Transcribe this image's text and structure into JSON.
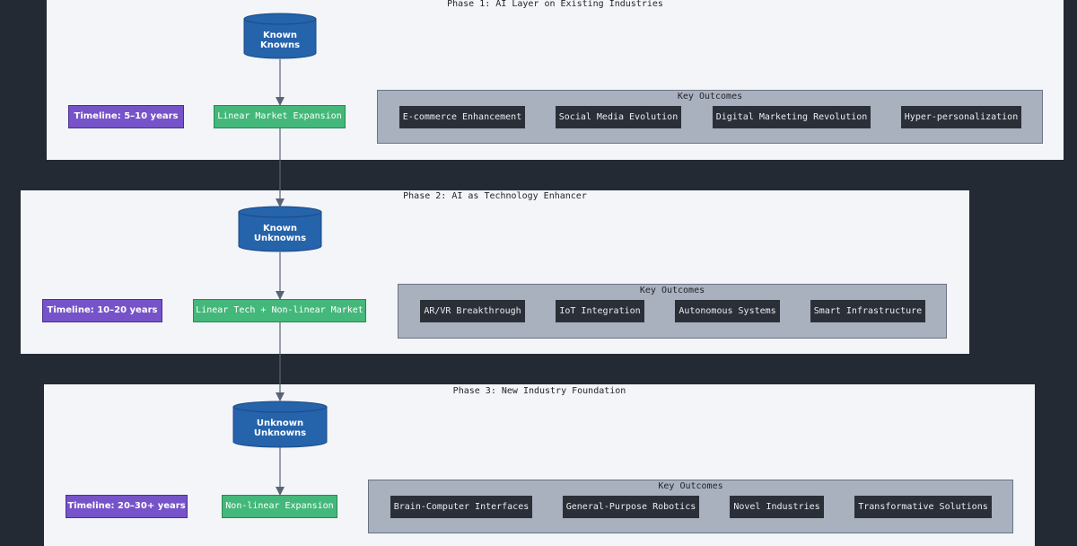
{
  "phases": [
    {
      "title": "Phase 1: AI Layer on Existing Industries",
      "knowledge": "Known Knowns",
      "timeline": "Timeline: 5–10 years",
      "market": "Linear Market Expansion",
      "outcomes_title": "Key Outcomes",
      "outcomes": [
        "E-commerce Enhancement",
        "Social Media Evolution",
        "Digital Marketing Revolution",
        "Hyper-personalization"
      ]
    },
    {
      "title": "Phase 2: AI as Technology Enhancer",
      "knowledge": "Known Unknowns",
      "timeline": "Timeline: 10–20 years",
      "market": "Linear Tech + Non-linear Market",
      "outcomes_title": "Key Outcomes",
      "outcomes": [
        "AR/VR Breakthrough",
        "IoT Integration",
        "Autonomous Systems",
        "Smart Infrastructure"
      ]
    },
    {
      "title": "Phase 3: New Industry Foundation",
      "knowledge": "Unknown Unknowns",
      "timeline": "Timeline: 20–30+ years",
      "market": "Non-linear Expansion",
      "outcomes_title": "Key Outcomes",
      "outcomes": [
        "Brain-Computer Interfaces",
        "General-Purpose Robotics",
        "Novel Industries",
        "Transformative Solutions"
      ]
    }
  ],
  "colors": {
    "background": "#242a33",
    "phase_panel": "#f3f5f8",
    "database": "#2563ab",
    "timeline": "#7653c9",
    "market": "#43b87a",
    "outcomes_panel": "#a9b0be",
    "outcome_box": "#2b3038",
    "connector": "#5b6475"
  }
}
